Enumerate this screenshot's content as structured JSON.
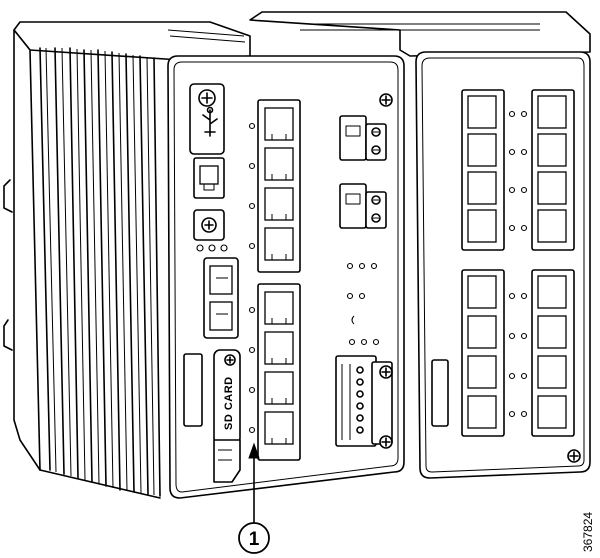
{
  "callout": {
    "number": "1"
  },
  "sd_slot": {
    "label": "SD CARD"
  },
  "figure_id": "367824"
}
